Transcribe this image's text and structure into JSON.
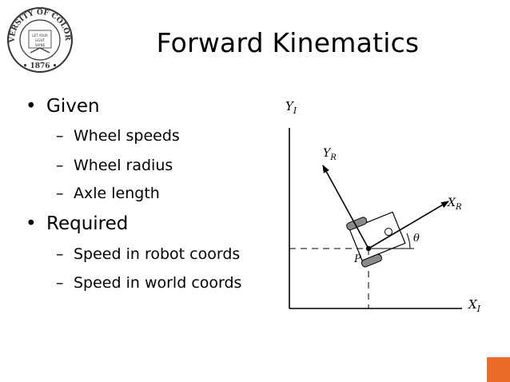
{
  "slide": {
    "title": "Forward Kinematics",
    "seal": {
      "ring_text": "UNIVERSITY OF COLORADO",
      "year": "1876",
      "center_text": [
        "LET YOUR",
        "LIGHT",
        "SHINE"
      ]
    },
    "bullets": [
      {
        "bullet": "•",
        "text": "Given",
        "subitems": [
          {
            "dash": "–",
            "text": "Wheel speeds"
          },
          {
            "dash": "–",
            "text": "Wheel radius"
          },
          {
            "dash": "–",
            "text": "Axle length"
          }
        ]
      },
      {
        "bullet": "•",
        "text": "Required",
        "subitems": [
          {
            "dash": "–",
            "text": "Speed in robot coords"
          },
          {
            "dash": "–",
            "text": "Speed in world coords"
          }
        ]
      }
    ],
    "diagram": {
      "y_inertial": {
        "base": "Y",
        "sub": "I"
      },
      "x_inertial": {
        "base": "X",
        "sub": "I"
      },
      "y_robot": {
        "base": "Y",
        "sub": "R"
      },
      "x_robot": {
        "base": "X",
        "sub": "R"
      },
      "point_label": "P",
      "angle_label": "θ"
    },
    "colors": {
      "accent": "#ea6a2a",
      "seal_ink": "#333333",
      "wheel_fill": "#8a8a8a"
    }
  }
}
